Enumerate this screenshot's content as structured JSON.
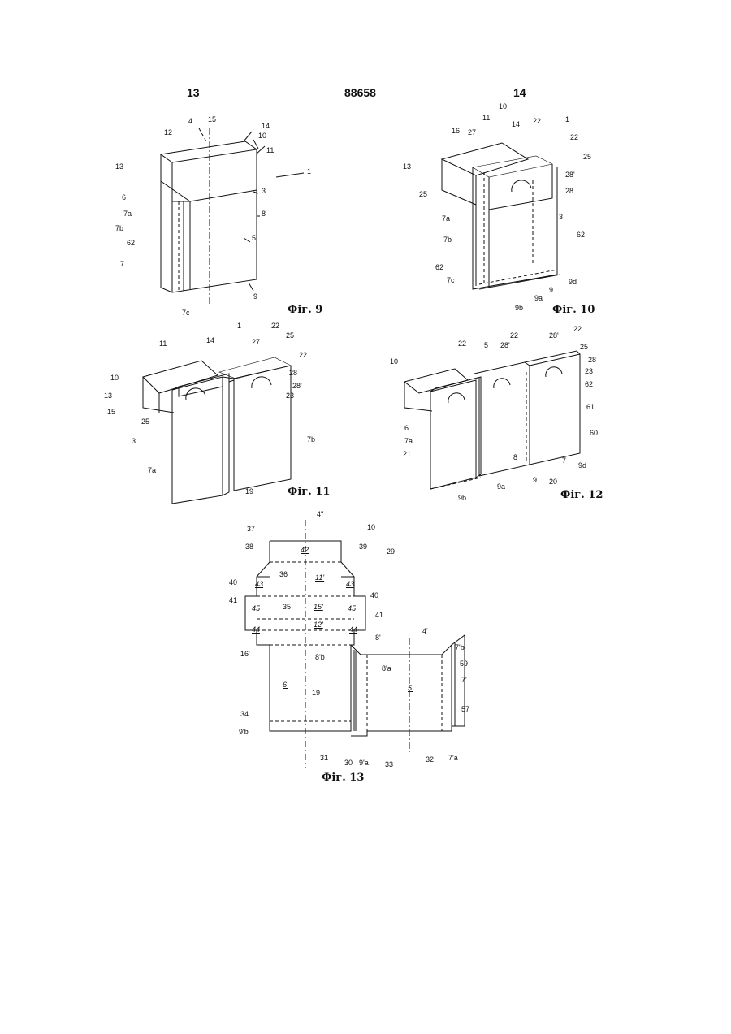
{
  "header": {
    "left_page": "13",
    "patent_number": "88658",
    "right_page": "14"
  },
  "figures": {
    "fig9": {
      "caption": "Фiг. 9",
      "labels": [
        "4",
        "15",
        "14",
        "12",
        "10",
        "11",
        "13",
        "1",
        "6",
        "3",
        "7a",
        "8",
        "7b",
        "62",
        "5",
        "7",
        "9",
        "7c"
      ]
    },
    "fig10": {
      "caption": "Фiг. 10",
      "labels": [
        "10",
        "11",
        "14",
        "1",
        "22",
        "22",
        "16",
        "27",
        "25",
        "13",
        "28'",
        "25",
        "28",
        "7a",
        "3",
        "7b",
        "62",
        "62",
        "7c",
        "9",
        "9d",
        "9a",
        "9b"
      ]
    },
    "fig11": {
      "caption": "Фiг. 11",
      "labels": [
        "1",
        "22",
        "11",
        "14",
        "27",
        "25",
        "22",
        "10",
        "28",
        "13",
        "28'",
        "23",
        "15",
        "25",
        "3",
        "7b",
        "7a",
        "19"
      ]
    },
    "fig12": {
      "caption": "Фiг. 12",
      "labels": [
        "22",
        "28'",
        "22",
        "5",
        "22",
        "28'",
        "25",
        "28",
        "10",
        "23",
        "62",
        "61",
        "6",
        "7a",
        "60",
        "21",
        "8",
        "7",
        "9d",
        "9a",
        "9",
        "20",
        "9b"
      ]
    },
    "fig13": {
      "caption": "Фiг. 13",
      "labels": [
        "4''",
        "37",
        "10",
        "42",
        "39",
        "38",
        "29",
        "36",
        "11'",
        "43",
        "43",
        "40",
        "40",
        "41",
        "45",
        "35",
        "15'",
        "45",
        "41",
        "12'",
        "44",
        "44",
        "8'",
        "4'",
        "7'b",
        "16'",
        "8'b",
        "59",
        "8'a",
        "7'",
        "6'",
        "19",
        "5'",
        "57",
        "34",
        "9'b",
        "31",
        "30",
        "9'a",
        "33",
        "32",
        "7'a"
      ]
    }
  }
}
